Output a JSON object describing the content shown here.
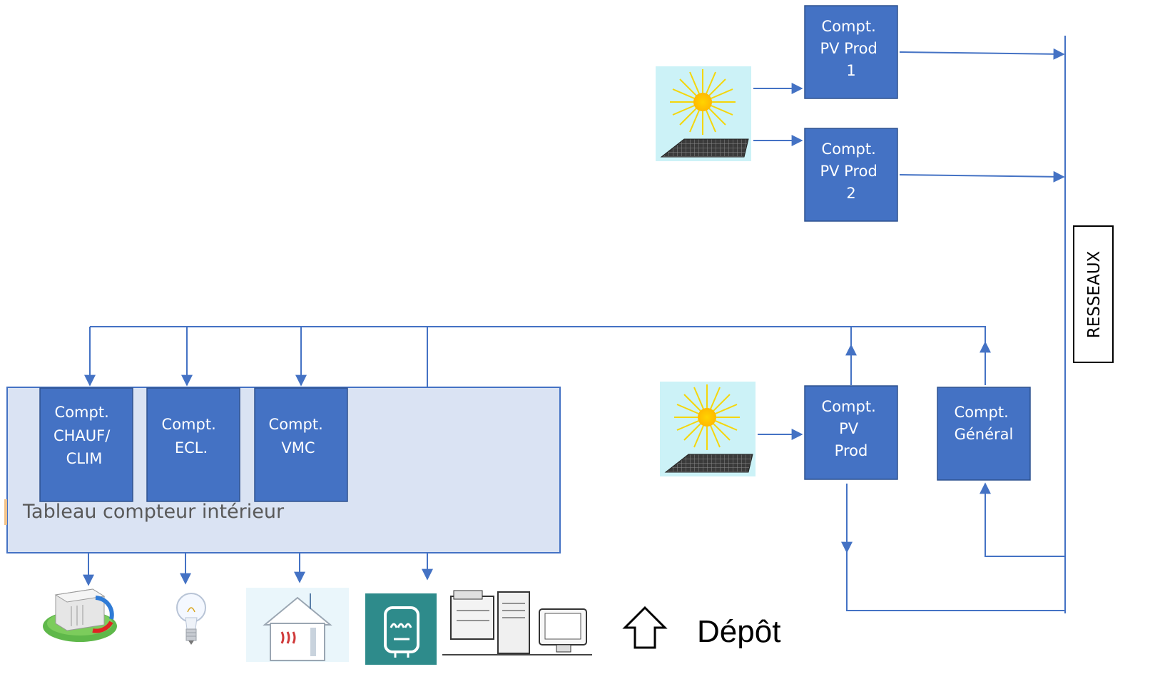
{
  "colors": {
    "box_fill": "#4472c4",
    "box_stroke": "#2f528f",
    "panel_fill": "#dae3f3",
    "line": "#4472c4",
    "icon_bg_sun": "#ccf2f7",
    "teal": "#2e8b8b"
  },
  "meters": {
    "pv_prod_1": [
      "Compt.",
      "PV Prod",
      "1"
    ],
    "pv_prod_2": [
      "Compt.",
      "PV Prod",
      "2"
    ],
    "pv_prod": [
      "Compt.",
      "PV",
      "Prod"
    ],
    "general": [
      "Compt.",
      "Général"
    ],
    "chauf_clim": [
      "Compt.",
      "CHAUF/",
      "CLIM"
    ],
    "ecl": [
      "Compt.",
      "ECL."
    ],
    "vmc": [
      "Compt.",
      "VMC"
    ]
  },
  "panel_label": "Tableau compteur  intérieur",
  "reseaux_label": "RESSEAUX",
  "depot_label": "Dépôt",
  "icons": [
    "solar-panel-icon",
    "hvac-unit-icon",
    "light-bulb-icon",
    "house-ventilation-icon",
    "water-heater-icon",
    "office-equipment-icon",
    "house-outline-icon"
  ]
}
